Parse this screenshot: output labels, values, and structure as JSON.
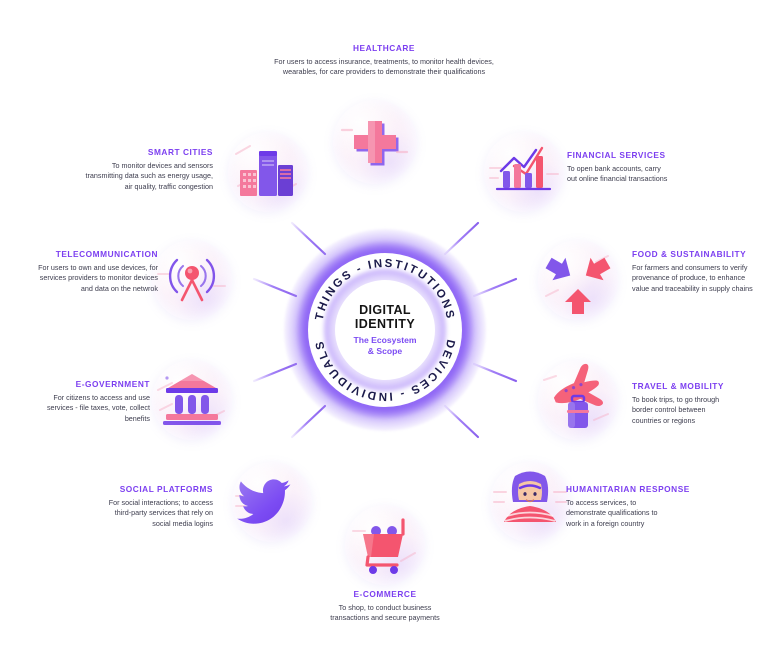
{
  "diagram": {
    "center": {
      "title_line1": "DIGITAL",
      "title_line2": "IDENTITY",
      "subtitle_line1": "The Ecosystem",
      "subtitle_line2": "& Scope",
      "ring_labels": [
        "THINGS",
        "INSTITUTIONS",
        "DEVICES",
        "INDIVIDUALS"
      ],
      "ring_separator": "-",
      "accent_color": "#7c4cf3",
      "title_color": "#141414"
    },
    "nodes": [
      {
        "id": "healthcare",
        "label": "HEALTHCARE",
        "description": "For users to access insurance, treatments, to monitor health devices, wearables, for care providers to demonstrate their qualifications",
        "icon": "medical-cross-icon",
        "angle_deg": 90,
        "align": "center"
      },
      {
        "id": "financial-services",
        "label": "FINANCIAL SERVICES",
        "description": "To open bank accounts, carry out online financial transactions",
        "icon": "bar-chart-growth-icon",
        "angle_deg": 54,
        "align": "left"
      },
      {
        "id": "food-sustainability",
        "label": "FOOD & SUSTAINABILITY",
        "description": "For farmers and consumers to verify provenance of produce, to enhance value and traceability in supply chains",
        "icon": "recycle-arrows-icon",
        "angle_deg": 18,
        "align": "left"
      },
      {
        "id": "travel-mobility",
        "label": "TRAVEL & MOBILITY",
        "description": "To book trips, to go through border control between countries or regions",
        "icon": "airplane-luggage-icon",
        "angle_deg": -18,
        "align": "left"
      },
      {
        "id": "humanitarian-response",
        "label": "HUMANITARIAN RESPONSE",
        "description": "To access services, to demonstrate qualifications to work in a foreign country",
        "icon": "person-portrait-icon",
        "angle_deg": -54,
        "align": "left"
      },
      {
        "id": "e-commerce",
        "label": "E-COMMERCE",
        "description": "To shop, to conduct business transactions and secure payments",
        "icon": "shopping-cart-icon",
        "angle_deg": -90,
        "align": "center"
      },
      {
        "id": "social-platforms",
        "label": "SOCIAL PLATFORMS",
        "description": "For social interactions; to access third-party services that rely on social media logins",
        "icon": "bird-icon",
        "angle_deg": -126,
        "align": "right"
      },
      {
        "id": "e-government",
        "label": "E-GOVERNMENT",
        "description": "For citizens to access and use services - file taxes, vote, collect benefits",
        "icon": "classical-building-icon",
        "angle_deg": -162,
        "align": "right"
      },
      {
        "id": "telecommunication",
        "label": "TELECOMMUNICATION",
        "description": "For users to own and use devices, for services providers to monitor devices and data on the netwrok",
        "icon": "antenna-signal-icon",
        "angle_deg": 162,
        "align": "right"
      },
      {
        "id": "smart-cities",
        "label": "SMART CITIES",
        "description": "To monitor devices and sensors transmitting data such as energy usage, air quality, traffic congestion",
        "icon": "city-buildings-icon",
        "angle_deg": 126,
        "align": "right"
      }
    ]
  },
  "label_lines": {
    "healthcare": [
      "For users to access insurance, treatments, to monitor health devices,",
      "wearables, for care providers to demonstrate their qualifications"
    ],
    "financial-services": [
      "To open bank accounts, carry",
      "out online financial transactions"
    ],
    "food-sustainability": [
      "For farmers and consumers to verify",
      "provenance of produce, to enhance",
      "value and traceability in supply chains"
    ],
    "travel-mobility": [
      "To book trips, to go through",
      "border control between",
      "countries or regions"
    ],
    "humanitarian-response": [
      "To access services, to",
      "demonstrate qualifications to",
      "work in a foreign country"
    ],
    "e-commerce": [
      "To shop, to conduct business",
      "transactions and secure payments"
    ],
    "social-platforms": [
      "For social interactions; to access",
      "third-party services that rely on",
      "social media logins"
    ],
    "e-government": [
      "For citizens to access and use",
      "services - file taxes, vote, collect",
      "benefits"
    ],
    "telecommunication": [
      "For users to own and use devices, for",
      "services providers to monitor devices",
      "and data on the netwrok"
    ],
    "smart-cities": [
      "To monitor devices and sensors",
      "transmitting data such as energy usage,",
      "air quality, traffic congestion"
    ]
  }
}
